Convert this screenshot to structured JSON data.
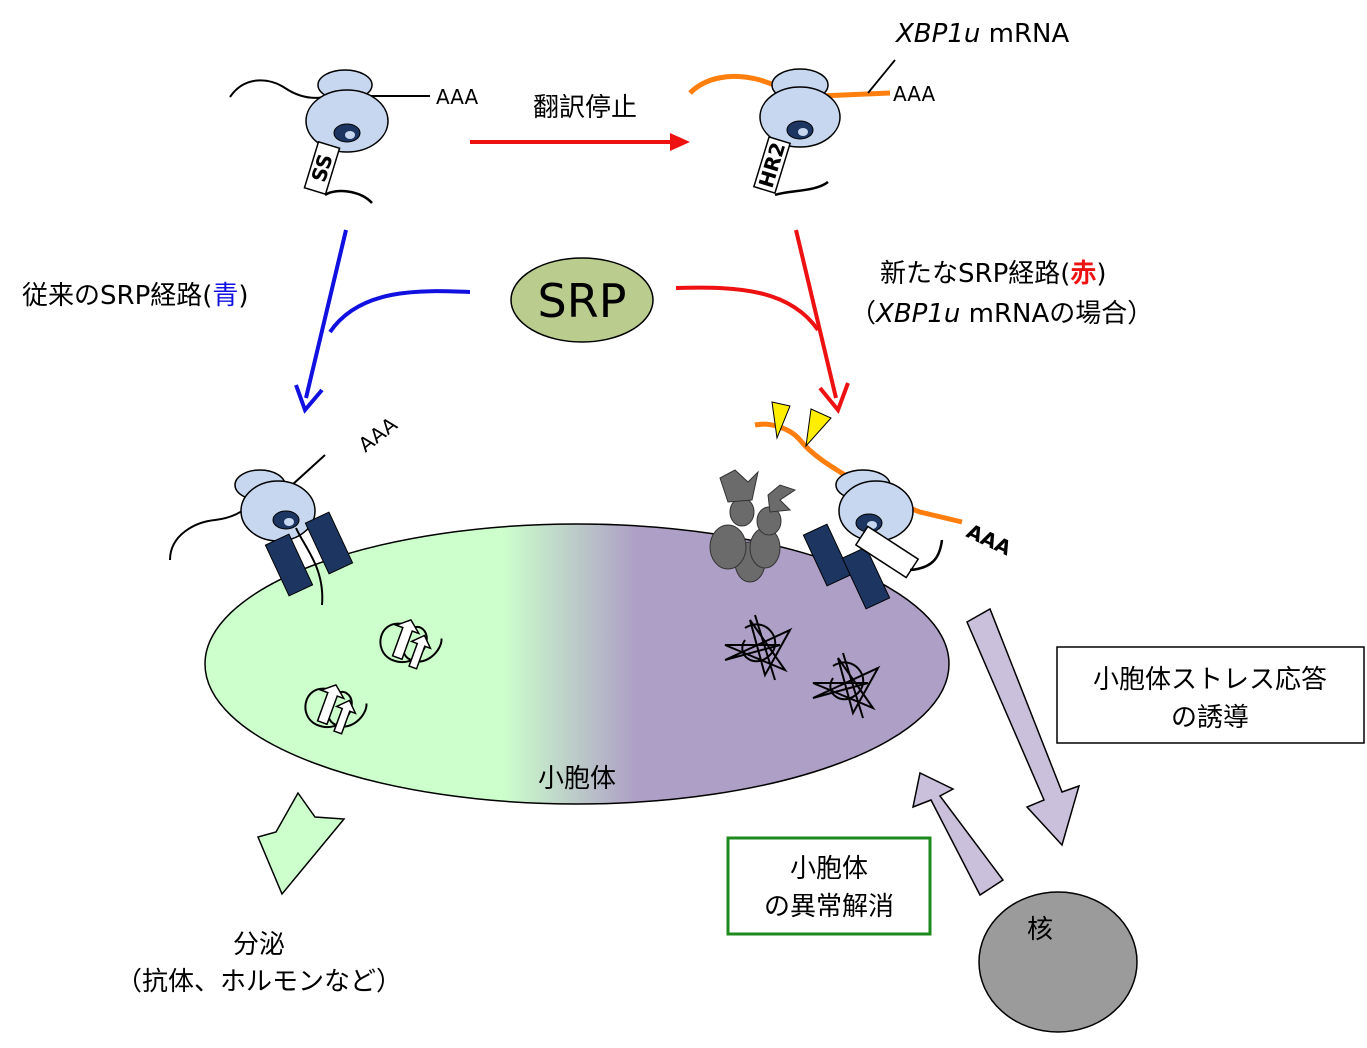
{
  "labels": {
    "translation_pause": "翻訳停止",
    "xbp1u_mrna_italic": "XBP1u",
    "xbp1u_mrna_rest": " mRNA",
    "poly_a": "AAA",
    "signal_sequence": "SS",
    "hr2": "HR2",
    "srp": "SRP",
    "conventional_path_prefix": "従来のSRP経路(",
    "conventional_path_color_word": "青",
    "conventional_path_suffix": ")",
    "new_path_prefix": "新たなSRP経路(",
    "new_path_color_word": "赤",
    "new_path_suffix": ")",
    "new_path_note_open": "（",
    "new_path_note_italic": "XBP1u",
    "new_path_note_rest": " mRNAの場合）",
    "er": "小胞体",
    "secretion_line1": "分泌",
    "secretion_line2": "（抗体、ホルモンなど）",
    "stress_response_line1": "小胞体ストレス応答",
    "stress_response_line2": "の誘導",
    "er_recovery_line1": "小胞体",
    "er_recovery_line2": "の異常解消",
    "nucleus": "核"
  },
  "colors": {
    "conventional_arrow": "#1010e0",
    "new_arrow": "#ee1111",
    "xbp1u_mrna": "#ff7f0e",
    "ribosome": "#c7d7ef",
    "srp_fill": "#bbcc8f",
    "translocon": "#1c3561",
    "er_left": "#ccffcc",
    "er_right": "#ae9fc6",
    "er_stress_arrow": "#cac0dc",
    "secretion_arrow": "#ccffcc",
    "nucleus": "#9b9b9b",
    "recovery_box_border": "#1c8a1c",
    "degradation_marker": "#ffee00",
    "ire1_protein": "#6b6b6b"
  }
}
